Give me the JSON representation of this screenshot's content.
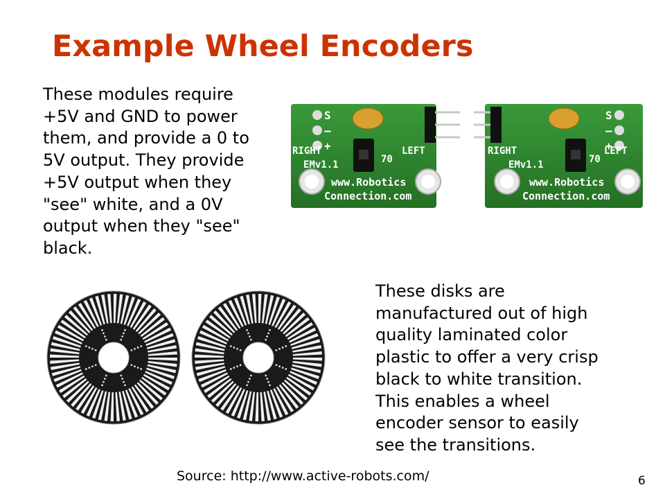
{
  "slide": {
    "title": "Example Wheel Encoders",
    "modules_text_lines": [
      "These modules require",
      "+5V and GND to power",
      "them, and provide a 0 to",
      "5V output. They provide",
      "+5V output when they",
      "\"see\" white, and a 0V",
      "output when they \"see\"",
      "black."
    ],
    "disks_text_lines": [
      "These disks are",
      "manufactured out of high",
      "quality laminated color",
      "plastic to offer a very crisp",
      "black to white transition.",
      "This enables a wheel",
      "encoder sensor to easily",
      "see the transitions."
    ],
    "source": "Source: http://www.active-robots.com/",
    "page_number": "6"
  },
  "boards": [
    {
      "pin_labels": [
        "S",
        "–",
        "+"
      ],
      "side_left": "RIGHT",
      "side_right": "LEFT",
      "model": "EMv1.1",
      "chip": "70",
      "url_line1": "www.Robotics",
      "url_line2": "Connection.com"
    },
    {
      "pin_labels": [
        "S",
        "–",
        "+"
      ],
      "side_left": "RIGHT",
      "side_right": "LEFT",
      "model": "EMv1.1",
      "chip": "70",
      "url_line1": "www.Robotics",
      "url_line2": "Connection.com"
    }
  ],
  "colors": {
    "title": "#cc3300",
    "pcb_green": "#2f8a2f",
    "capacitor": "#d9a030",
    "disk_black": "#1a1a1a"
  }
}
